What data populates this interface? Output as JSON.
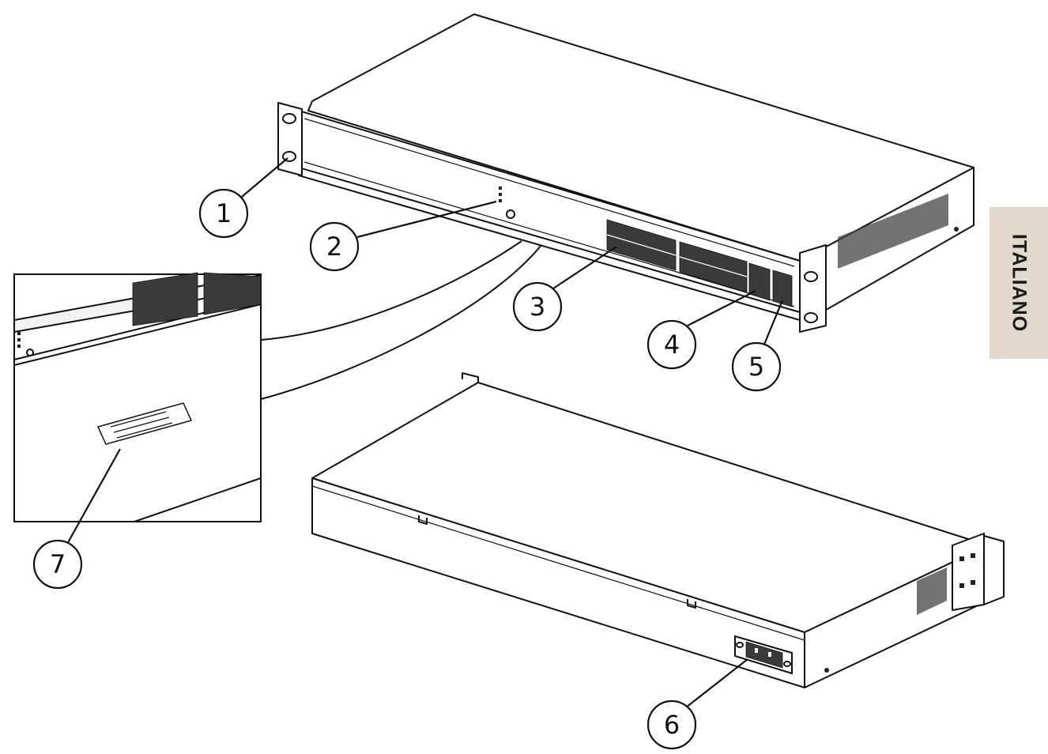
{
  "language_tab": {
    "label": "ITALIANO",
    "background": "#e3d8cc"
  },
  "callouts": [
    {
      "id": "1",
      "label": "1"
    },
    {
      "id": "2",
      "label": "2"
    },
    {
      "id": "3",
      "label": "3"
    },
    {
      "id": "4",
      "label": "4"
    },
    {
      "id": "5",
      "label": "5"
    },
    {
      "id": "6",
      "label": "6"
    },
    {
      "id": "7",
      "label": "7"
    }
  ],
  "colors": {
    "ink": "#111111",
    "paper": "#ffffff"
  }
}
